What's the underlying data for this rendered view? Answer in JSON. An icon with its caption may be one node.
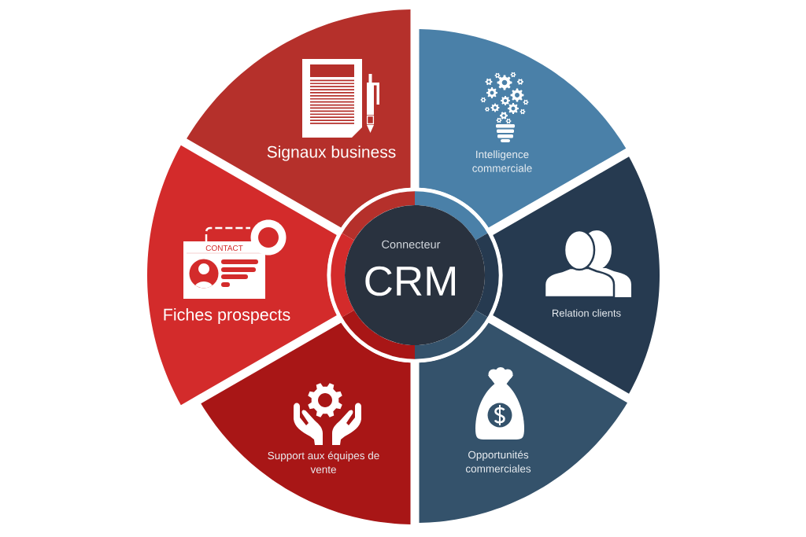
{
  "diagram": {
    "nodes": [
      {
        "text": [
          "Signaux business"
        ]
      },
      {
        "text": [
          "Intelligence commerciale"
        ]
      },
      {
        "text": [
          "Fiches prospects"
        ]
      },
      {
        "text": [
          "Connecteur",
          "CRM"
        ]
      },
      {
        "text": [
          "Relation clients"
        ]
      },
      {
        "text": [
          "Support aux équipes de vente"
        ]
      },
      {
        "text": [
          "Opportunités commerciales"
        ]
      }
    ],
    "labels": [
      "CONTACT"
    ]
  }
}
